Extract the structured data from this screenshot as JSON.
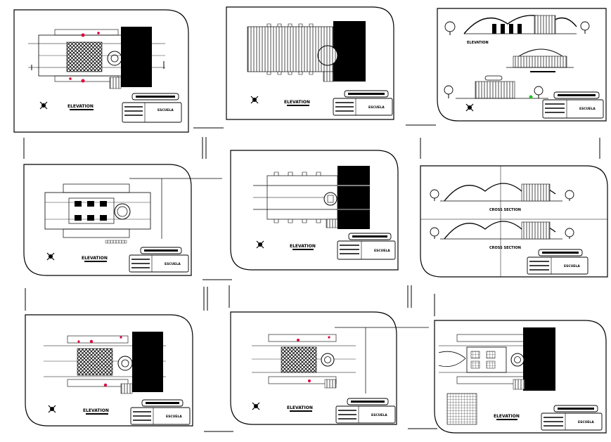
{
  "colors": {
    "ink": "#000000",
    "paper": "#ffffff",
    "accent_red": "#e0003a",
    "accent_green": "#22c02a"
  },
  "sheets": [
    {
      "id": "sheet-1",
      "label": "ELEVATION",
      "view": "plan-hatched"
    },
    {
      "id": "sheet-2",
      "label": "ELEVATION",
      "view": "roof-stripes"
    },
    {
      "id": "sheet-3",
      "label": "ELEVATION",
      "view": "elevations"
    },
    {
      "id": "sheet-4",
      "label": "ELEVATION",
      "view": "plan-grid"
    },
    {
      "id": "sheet-5",
      "label": "ELEVATION",
      "view": "plan-lanes"
    },
    {
      "id": "sheet-6",
      "label": "CROSS SECTION",
      "view": "sections"
    },
    {
      "id": "sheet-7",
      "label": "ELEVATION",
      "view": "plan-hatched"
    },
    {
      "id": "sheet-8",
      "label": "ELEVATION",
      "view": "plan-hatched-small"
    },
    {
      "id": "sheet-9",
      "label": "ELEVATION",
      "view": "plan-detail"
    }
  ]
}
